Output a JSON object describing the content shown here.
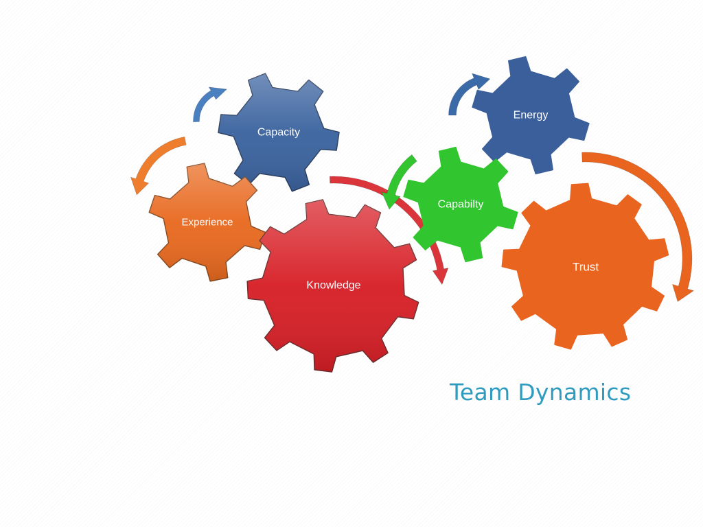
{
  "slide": {
    "title": "Team Dynamics",
    "title_color": "#2f9bbf"
  },
  "gears": [
    {
      "id": "capacity",
      "label": "Capacity",
      "color": "#3b639f",
      "stroke": "#2c3f61",
      "style": "glossy"
    },
    {
      "id": "energy",
      "label": "Energy",
      "color": "#3a5f9a",
      "stroke": "#3a5f9a",
      "style": "flat"
    },
    {
      "id": "experience",
      "label": "Experience",
      "color": "#e8691f",
      "stroke": "#8a4a20",
      "style": "glossy"
    },
    {
      "id": "capability",
      "label": "Capabilty",
      "color": "#31c52f",
      "stroke": "#31c52f",
      "style": "flat"
    },
    {
      "id": "knowledge",
      "label": "Knowledge",
      "color": "#d71f26",
      "stroke": "#6d2b2b",
      "style": "glossy"
    },
    {
      "id": "trust",
      "label": "Trust",
      "color": "#e9641f",
      "stroke": "#e9641f",
      "style": "flat"
    }
  ],
  "arrows": [
    {
      "id": "capacity-arrow",
      "color": "#4a7fc0"
    },
    {
      "id": "experience-arrow",
      "color": "#ef7d2e"
    },
    {
      "id": "knowledge-arrow",
      "color": "#d9353b"
    },
    {
      "id": "energy-arrow",
      "color": "#3a6aa8"
    },
    {
      "id": "capability-arrow",
      "color": "#33c52f"
    },
    {
      "id": "trust-arrow",
      "color": "#e9641f"
    }
  ]
}
